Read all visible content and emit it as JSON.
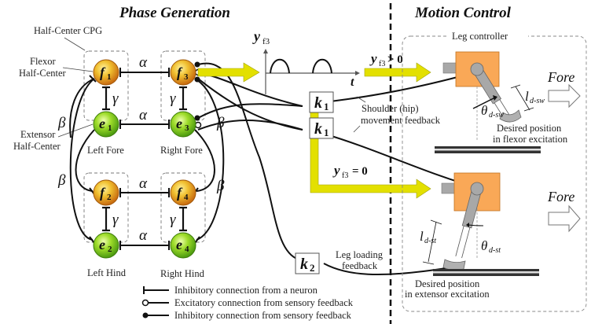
{
  "titles": {
    "left": "Phase Generation",
    "right": "Motion Control"
  },
  "cpg": {
    "half_center_label": "Half-Center CPG",
    "flexor_label_1": "Flexor",
    "flexor_label_2": "Half-Center",
    "extensor_label_1": "Extensor",
    "extensor_label_2": "Half-Center",
    "group_labels": [
      "Left Fore",
      "Right Fore",
      "Left Hind",
      "Right Hind"
    ],
    "nodes": [
      {
        "id": "f1",
        "letter": "f",
        "sub": "1",
        "type": "flexor"
      },
      {
        "id": "e1",
        "letter": "e",
        "sub": "1",
        "type": "extensor"
      },
      {
        "id": "f3",
        "letter": "f",
        "sub": "3",
        "type": "flexor"
      },
      {
        "id": "e3",
        "letter": "e",
        "sub": "3",
        "type": "extensor"
      },
      {
        "id": "f2",
        "letter": "f",
        "sub": "2",
        "type": "flexor"
      },
      {
        "id": "e2",
        "letter": "e",
        "sub": "2",
        "type": "extensor"
      },
      {
        "id": "f4",
        "letter": "f",
        "sub": "4",
        "type": "flexor"
      },
      {
        "id": "e4",
        "letter": "e",
        "sub": "4",
        "type": "extensor"
      }
    ],
    "alpha": "α",
    "beta": "β",
    "gamma": "γ"
  },
  "signal_plot": {
    "ylabel": "y",
    "ylabel_sub": "f3",
    "xlabel": "t"
  },
  "conditions": {
    "swing": {
      "y": "y",
      "sub": "f3",
      "rel": "> 0"
    },
    "stance": {
      "y": "y",
      "sub": "f3",
      "rel": "= 0"
    }
  },
  "gains": [
    {
      "k": "k",
      "sub": "1"
    },
    {
      "k": "k",
      "sub": "1"
    },
    {
      "k": "k",
      "sub": "2"
    }
  ],
  "feedback_labels": {
    "shoulder_1": "Shoulder (hip)",
    "shoulder_2": "movement feedback",
    "loading_1": "Leg loading",
    "loading_2": "feedback"
  },
  "leg_controller": {
    "title": "Leg controller",
    "fore": "Fore",
    "swing": {
      "l": "l",
      "l_sub": "d-sw",
      "theta": "θ",
      "theta_sub": "d-sw",
      "desc_1": "Desired position",
      "desc_2": "in flexor excitation"
    },
    "stance": {
      "l": "l",
      "l_sub": "d-st",
      "theta": "θ",
      "theta_sub": "d-st",
      "desc_1": "Desired position",
      "desc_2": "in extensor excitation"
    }
  },
  "legend": [
    {
      "marker": "bar",
      "text": "Inhibitory connection from a neuron"
    },
    {
      "marker": "open-circle",
      "text": "Excitatory connection from sensory feedback"
    },
    {
      "marker": "filled-circle",
      "text": "Inhibitory connection from sensory feedback"
    }
  ],
  "colors": {
    "flexor_node": "#e09a1c",
    "extensor_node": "#7cc51a",
    "arrow_yellow": "#e3e000",
    "body_orange": "#f9a857",
    "leg_gray": "#a8a8a8"
  }
}
